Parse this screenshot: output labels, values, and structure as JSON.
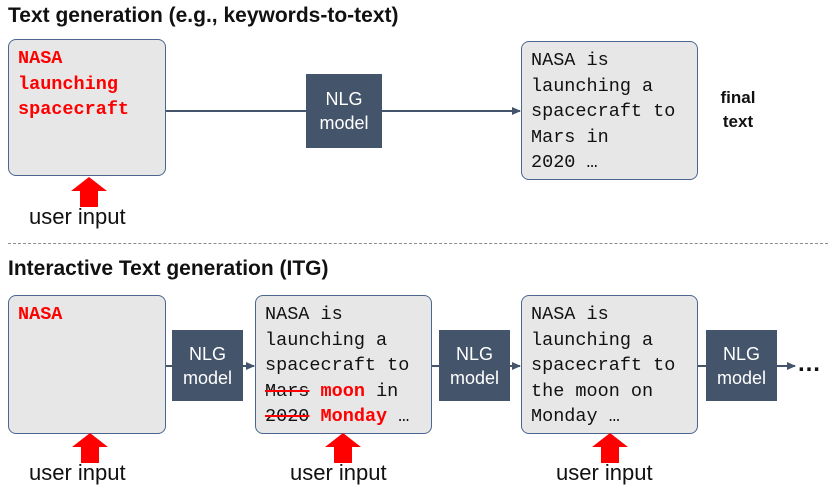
{
  "top_section": {
    "heading": "Text generation (e.g., keywords-to-text)",
    "input_box": {
      "lines": [
        "NASA",
        "launching",
        "spacecraft"
      ]
    },
    "model": {
      "line1": "NLG",
      "line2": "model"
    },
    "output_box": {
      "lines": [
        "NASA is",
        "launching a",
        "spacecraft to",
        "Mars in",
        "2020 …"
      ]
    },
    "final_label": {
      "line1": "final",
      "line2": "text"
    },
    "user_input_label": "user input"
  },
  "bottom_section": {
    "heading": "Interactive Text generation (ITG)",
    "box1": {
      "text": "NASA"
    },
    "model1": {
      "line1": "NLG",
      "line2": "model"
    },
    "box2": {
      "line1": "NASA is",
      "line2": "launching a",
      "line3": "spacecraft to",
      "deleted1": "Mars",
      "inserted1": "moon",
      "tail1": "in",
      "deleted2": "2020",
      "inserted2": "Monday",
      "tail2": "…"
    },
    "model2": {
      "line1": "NLG",
      "line2": "model"
    },
    "box3": {
      "lines": [
        "NASA is",
        "launching a",
        "spacecraft to",
        "the moon on",
        "Monday …"
      ]
    },
    "model3": {
      "line1": "NLG",
      "line2": "model"
    },
    "trailing": "…",
    "user_input_labels": [
      "user input",
      "user input",
      "user input"
    ]
  },
  "colors": {
    "box_fill": "#e7e7e7",
    "box_border": "#4a6691",
    "model_fill": "#44546a",
    "edit_red": "#ff0000",
    "arrow_line": "#44546a"
  }
}
